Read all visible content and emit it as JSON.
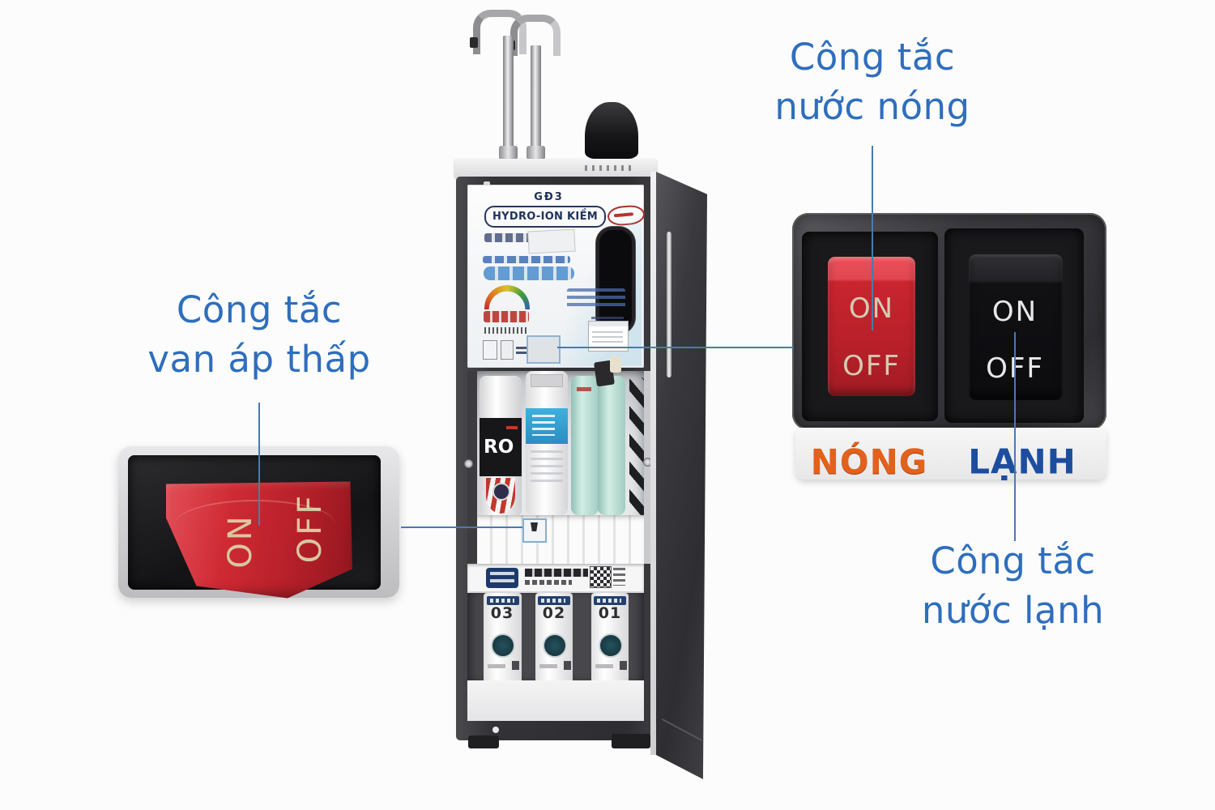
{
  "labels": {
    "low_pressure": {
      "line1": "Công tắc",
      "line2": "van áp thấp"
    },
    "hot_water": {
      "line1": "Công tắc",
      "line2": "nước nóng"
    },
    "cold_water": {
      "line1": "Công tắc",
      "line2": "nước lạnh"
    }
  },
  "left_switch": {
    "on_label": "ON",
    "off_label": "OFF"
  },
  "switch_panel": {
    "hot": {
      "on_label": "ON",
      "off_label": "OFF",
      "caption": "NÓNG"
    },
    "cold": {
      "on_label": "ON",
      "off_label": "OFF",
      "caption": "LẠNH"
    }
  },
  "purifier": {
    "stage_label": "GĐ3",
    "model_label": "HYDRO-ION KIỀM",
    "ro_label": "RO",
    "cartridges": [
      {
        "number": "03"
      },
      {
        "number": "02"
      },
      {
        "number": "01"
      }
    ]
  },
  "colors": {
    "label_blue": "#2e6ebd",
    "leader_line": "#4b7aad",
    "hot_orange": "#e2611c",
    "cold_navy": "#1c4d9e",
    "switch_red": "#c9252f",
    "panel_frame": "#3a3a3e"
  }
}
